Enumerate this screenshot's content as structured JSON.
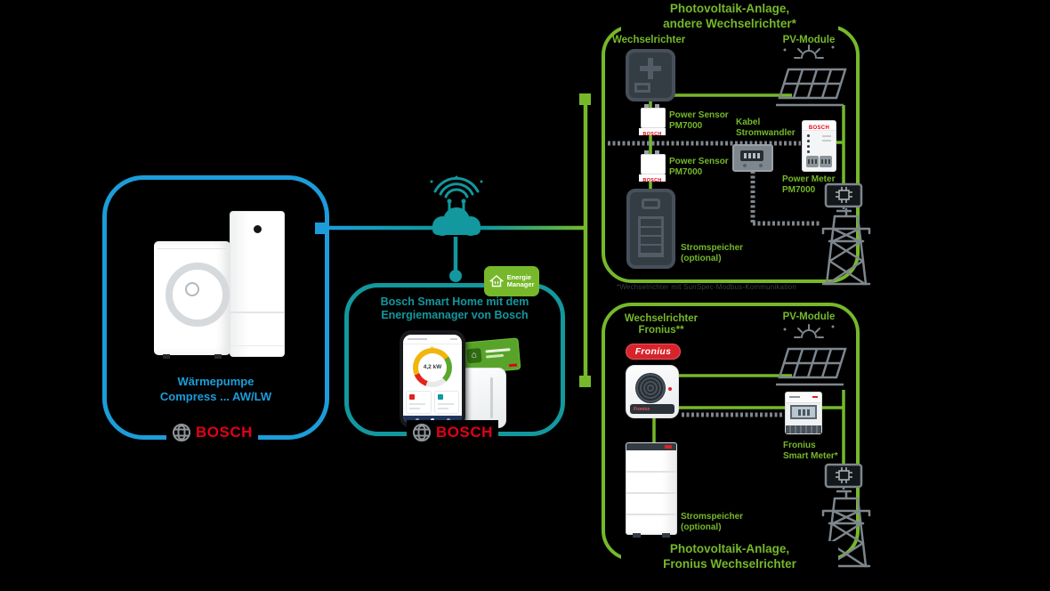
{
  "brand": {
    "bosch": "BOSCH",
    "fronius": "Fronius"
  },
  "colors": {
    "blue": "#1c9dd9",
    "teal": "#12989e",
    "green": "#76b82a",
    "bosch_red": "#e30016",
    "fronius_red": "#d8232a",
    "wire_gray": "#7e868d",
    "background": "#000000"
  },
  "heat_pump_box": {
    "label_line1": "Wärmepumpe",
    "label_line2": "Compress ... AW/LW"
  },
  "smart_home_box": {
    "title_line1": "Bosch Smart Home mit dem",
    "title_line2": "Energiemanager von Bosch",
    "badge_line1": "Energie",
    "badge_line2": "Manager",
    "app_gauge_value": "4,2 kW"
  },
  "pv_other_box": {
    "title_line1": "Photovoltaik-Anlage,",
    "title_line2": "andere Wechselrichter*",
    "inverter_label": "Wechselrichter",
    "pv_label": "PV-Module",
    "power_sensor_top_line1": "Power Sensor",
    "power_sensor_top_line2": "PM7000",
    "current_transformer_line1": "Kabel",
    "current_transformer_line2": "Stromwandler",
    "power_meter_line1": "Power Meter",
    "power_meter_line2": "PM7000",
    "power_sensor_bottom_line1": "Power Sensor",
    "power_sensor_bottom_line2": "PM7000",
    "storage_line1": "Stromspeicher",
    "storage_line2": "(optional)"
  },
  "pv_fronius_box": {
    "title_line1": "Photovoltaik-Anlage,",
    "title_line2": "Fronius Wechselrichter",
    "inverter_label_line1": "Wechselrichter",
    "inverter_label_line2": "Fronius**",
    "pv_label": "PV-Module",
    "smart_meter_line1": "Fronius",
    "smart_meter_line2": "Smart Meter*",
    "storage_line1": "Stromspeicher",
    "storage_line2": "(optional)"
  },
  "footnote": "*Wechselrichter mit SunSpec-Modbus-Kommunikation"
}
